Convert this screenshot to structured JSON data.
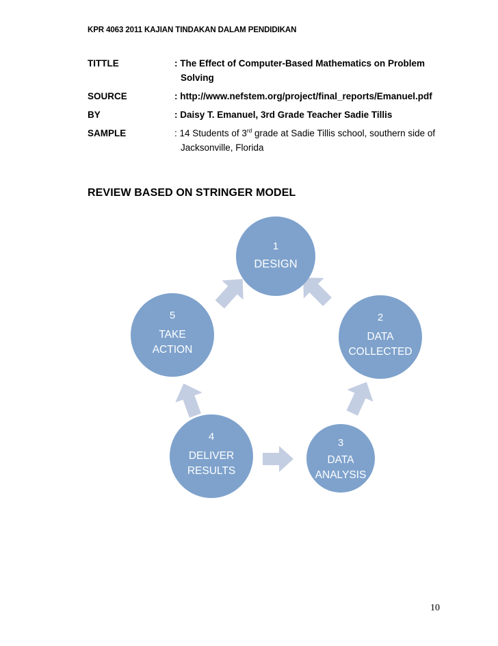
{
  "header": {
    "running_head": "KPR 4063 2011 KAJIAN TINDAKAN DALAM PENDIDIKAN"
  },
  "metadata": {
    "rows": [
      {
        "label": "TITTLE",
        "separator": ":",
        "value": " The Effect of Computer-Based Mathematics on Problem",
        "continuation": "Solving",
        "bold": true
      },
      {
        "label": "SOURCE",
        "separator": ":",
        "value": " http://www.nefstem.org/project/final_reports/Emanuel.pdf",
        "continuation": "",
        "bold": true
      },
      {
        "label": "BY",
        "separator": ":",
        "value": "  Daisy T. Emanuel, 3rd Grade Teacher Sadie Tillis",
        "continuation": "",
        "bold": true
      },
      {
        "label": "SAMPLE",
        "separator": ":",
        "value_pre": " 14 Students of 3",
        "value_sup": "rd",
        "value_post": " grade at Sadie Tillis school, southern side of",
        "continuation": "Jacksonville, Florida",
        "bold": false
      }
    ]
  },
  "section": {
    "heading": "REVIEW BASED ON STRINGER MODEL"
  },
  "diagram": {
    "type": "cycle",
    "name": "Stringer action research model cycle",
    "circle_color": "#7ea2cc",
    "arrow_color": "#c4cee2",
    "text_color": "#ffffff",
    "nodes": [
      {
        "number": "1",
        "line1": "DESIGN",
        "line2": ""
      },
      {
        "number": "2",
        "line1": "DATA",
        "line2": "COLLECTED"
      },
      {
        "number": "3",
        "line1": "DATA",
        "line2": "ANALYSIS"
      },
      {
        "number": "4",
        "line1": "DELIVER",
        "line2": "RESULTS"
      },
      {
        "number": "5",
        "line1": "TAKE",
        "line2": "ACTION"
      }
    ],
    "flow": "1 → 2 → 3 → 4 → 5 → 1"
  },
  "footer": {
    "page_number": "10"
  }
}
